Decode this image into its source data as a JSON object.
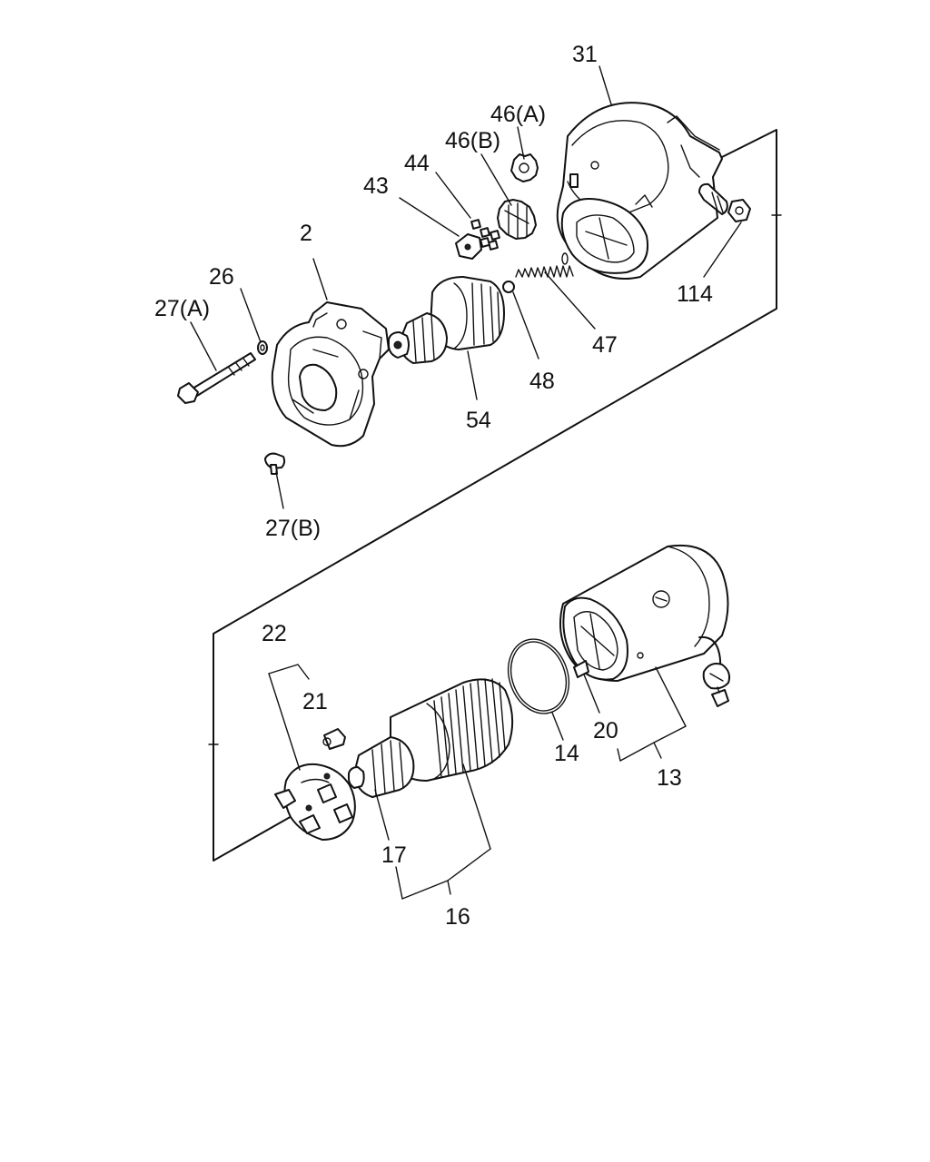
{
  "callouts": {
    "c31": "31",
    "c46a": "46(A)",
    "c46b": "46(B)",
    "c44": "44",
    "c43": "43",
    "c2": "2",
    "c26": "26",
    "c27a": "27(A)",
    "c114": "114",
    "c47": "47",
    "c48": "48",
    "c54": "54",
    "c27b": "27(B)",
    "c22": "22",
    "c21": "21",
    "c14": "14",
    "c20": "20",
    "c13": "13",
    "c17": "17",
    "c16": "16"
  }
}
